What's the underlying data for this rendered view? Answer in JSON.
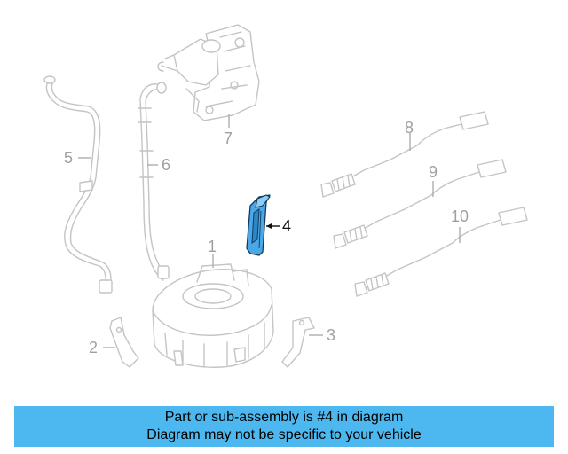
{
  "diagram": {
    "callouts": [
      {
        "id": "1",
        "label": "1"
      },
      {
        "id": "2",
        "label": "2"
      },
      {
        "id": "3",
        "label": "3"
      },
      {
        "id": "4",
        "label": "4"
      },
      {
        "id": "5",
        "label": "5"
      },
      {
        "id": "6",
        "label": "6"
      },
      {
        "id": "7",
        "label": "7"
      },
      {
        "id": "8",
        "label": "8"
      },
      {
        "id": "9",
        "label": "9"
      },
      {
        "id": "10",
        "label": "10"
      }
    ],
    "highlighted_part": "4",
    "colors": {
      "highlight_part": "#4aa8e8",
      "ghost_line": "#c4c4c4",
      "caption_background": "#4db8f0"
    }
  },
  "caption": {
    "line1": "Part or sub-assembly is #4 in diagram",
    "line2": "Diagram may not be specific to your vehicle"
  }
}
